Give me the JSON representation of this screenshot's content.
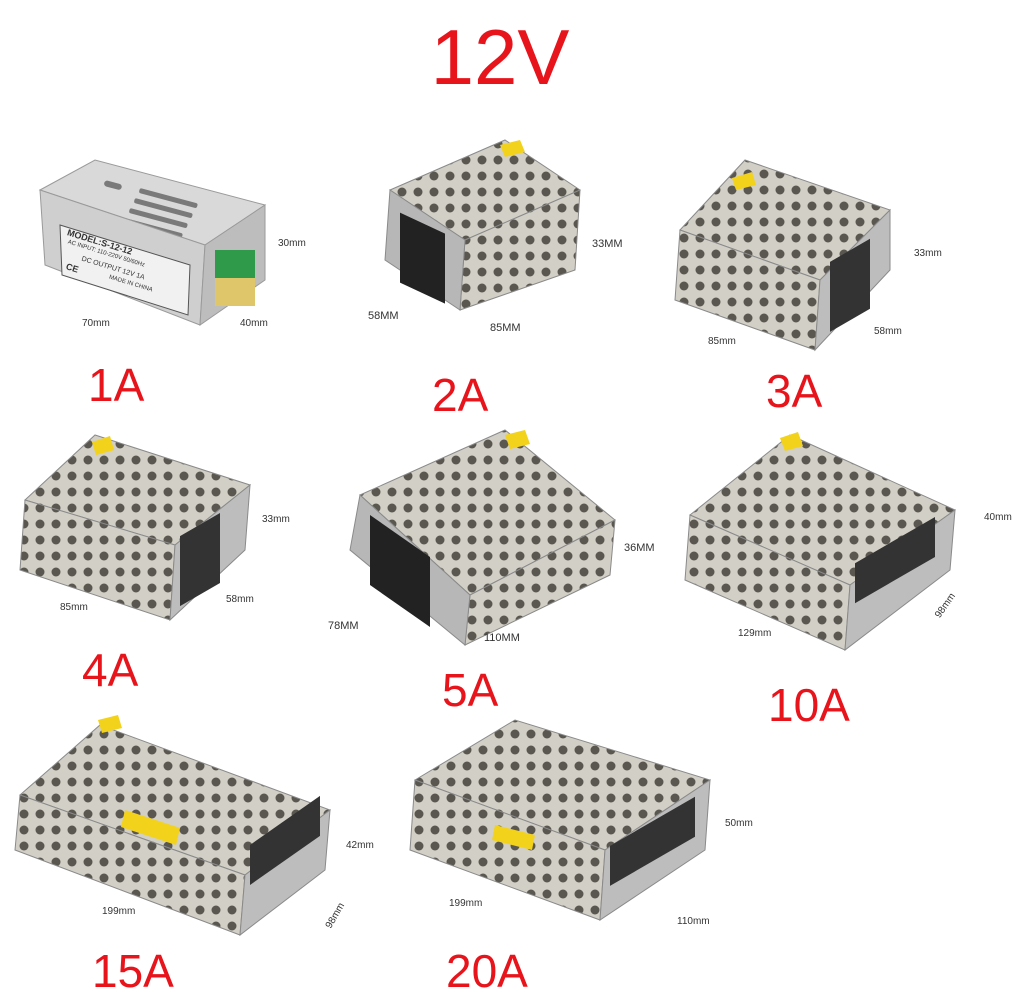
{
  "title": "12V",
  "colors": {
    "accent": "#e8141c",
    "metal": "#c9c9c9",
    "terminal": "#222222",
    "label": "#f2d21b",
    "pcb": "#2e9a4a"
  },
  "products": [
    {
      "current": "1A",
      "model": "MODEL:S-12-12",
      "specs": [
        "AC INPUT: 110-220V 50/60Hz",
        "DC OUTPUT   12V      1A",
        "MADE IN CHINA"
      ],
      "ce": "CE",
      "dims": {
        "length": "70mm",
        "depth": "40mm",
        "height": "30mm"
      }
    },
    {
      "current": "2A",
      "dims": {
        "length": "85MM",
        "depth": "58MM",
        "height": "33MM"
      }
    },
    {
      "current": "3A",
      "dims": {
        "length": "85mm",
        "depth": "58mm",
        "height": "33mm"
      }
    },
    {
      "current": "4A",
      "dims": {
        "length": "85mm",
        "depth": "58mm",
        "height": "33mm"
      }
    },
    {
      "current": "5A",
      "dims": {
        "length": "110MM",
        "depth": "78MM",
        "height": "36MM"
      }
    },
    {
      "current": "10A",
      "dims": {
        "length": "129mm",
        "depth": "98mm",
        "height": "40mm"
      }
    },
    {
      "current": "15A",
      "dims": {
        "length": "199mm",
        "depth": "98mm",
        "height": "42mm"
      }
    },
    {
      "current": "20A",
      "dims": {
        "length": "199mm",
        "depth": "110mm",
        "height": "50mm"
      }
    }
  ]
}
